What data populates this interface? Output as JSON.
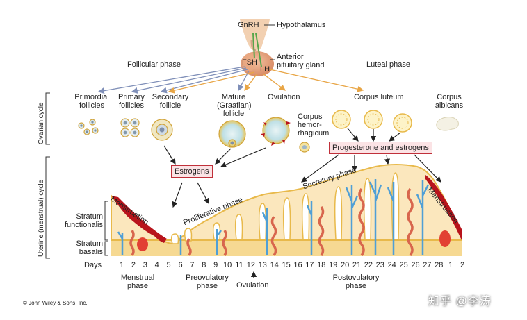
{
  "labels": {
    "gnrh": "GnRH",
    "hypothalamus": "Hypothalamus",
    "fsh": "FSH",
    "lh": "LH",
    "anterior_pituitary": [
      "Anterior",
      "pituitary gland"
    ],
    "follicular_phase": "Follicular phase",
    "luteal_phase": "Luteal phase",
    "primordial": [
      "Primordial",
      "follicles"
    ],
    "primary": [
      "Primary",
      "follicles"
    ],
    "secondary": [
      "Secondary",
      "follicle"
    ],
    "mature": [
      "Mature",
      "(Graafian)",
      "follicle"
    ],
    "ovulation_top": "Ovulation",
    "corpus_luteum": "Corpus luteum",
    "corpus_albicans": [
      "Corpus",
      "albicans"
    ],
    "corpus_hemorrhagicum": [
      "Corpus",
      "hemor-",
      "rhagicum"
    ],
    "estrogens": "Estrogens",
    "progesterone_estrogens": "Progesterone and estrogens",
    "ovarian_cycle": "Ovarian cycle",
    "uterine_cycle": "Uterine (menstrual) cycle",
    "menstruation_left": "Menstruation",
    "menstruation_right": "Menstruation",
    "proliferative": "Proliferative phase",
    "secretory": "Secretory phase",
    "stratum_functionalis": [
      "Stratum",
      "functionalis"
    ],
    "stratum_basalis": [
      "Stratum",
      "basalis"
    ],
    "days": "Days",
    "menstrual_phase": [
      "Menstrual",
      "phase"
    ],
    "preovulatory_phase": [
      "Preovulatory",
      "phase"
    ],
    "ovulation_bottom": "Ovulation",
    "postovulatory_phase": [
      "Postovulatory",
      "phase"
    ],
    "copyright": "© John Wiley & Sons, Inc.",
    "watermark": "知乎 @李涛"
  },
  "days": [
    "1",
    "2",
    "3",
    "4",
    "5",
    "6",
    "7",
    "8",
    "9",
    "10",
    "11",
    "12",
    "13",
    "14",
    "15",
    "16",
    "17",
    "18",
    "19",
    "20",
    "21",
    "22",
    "23",
    "24",
    "25",
    "26",
    "27",
    "28",
    "1",
    "2"
  ],
  "colors": {
    "endometrium": "#fbe7bd",
    "outline": "#e8b94a",
    "basalis": "#f6d992",
    "artery": "#d8664d",
    "vein": "#4f9fd6",
    "menstrual_blood": "#b8141c",
    "box_border": "#c0303a",
    "fsh_arrow": "#7f8fb8",
    "lh_arrow": "#e8a545"
  }
}
